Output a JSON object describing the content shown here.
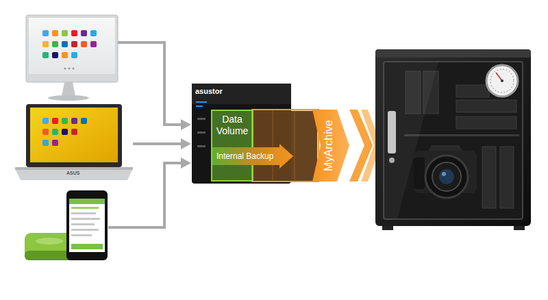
{
  "diagram": {
    "nodes": [
      {
        "text": [
          "asustor"
        ]
      },
      {
        "text": [
          "Data Volume"
        ],
        "in": 0
      },
      {
        "text": [
          "Internal Backup"
        ],
        "in": 0
      },
      {
        "text": [
          "MyArchive"
        ]
      }
    ],
    "labels": [
      "ASUS"
    ]
  }
}
